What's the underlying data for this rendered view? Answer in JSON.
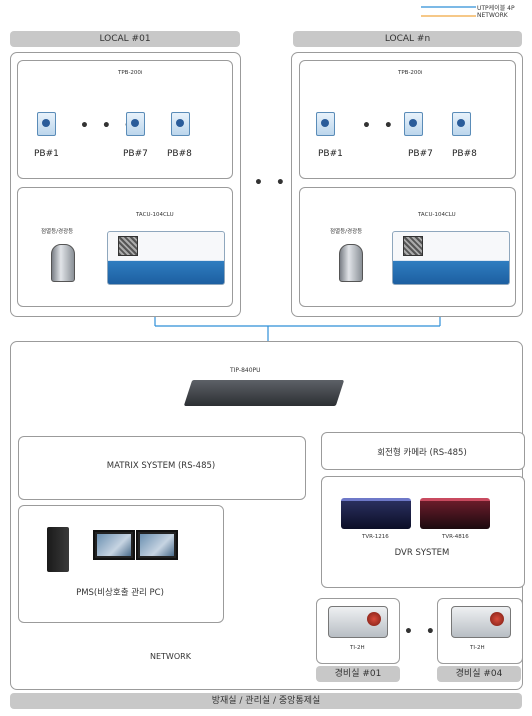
{
  "legend": {
    "utp": "UTP케이블 4P",
    "network": "NETWORK",
    "utp_color": "#2f8fd8",
    "network_color": "#f0a640"
  },
  "local_left": {
    "header": "LOCAL #01",
    "tpb_label": "TPB-200i",
    "pb": [
      "PB#1",
      "PB#7",
      "PB#8"
    ],
    "dots": "• • •",
    "tacu_label": "TACU-104CLU",
    "bell_label": "점멸등/경광등"
  },
  "local_right": {
    "header": "LOCAL #n",
    "tpb_label": "TPB-200i",
    "pb": [
      "PB#1",
      "PB#7",
      "PB#8"
    ],
    "dots": "• • •",
    "tacu_label": "TACU-104CLU",
    "bell_label": "점멸등/경광등"
  },
  "between_dots": "• • •",
  "tip_label": "TIP-840PU",
  "matrix_label": "MATRIX SYSTEM (RS-485)",
  "camera_label": "회전형 카메라 (RS-485)",
  "dvr": {
    "title": "DVR SYSTEM",
    "units": [
      "TVR-1216",
      "TVR-4816"
    ]
  },
  "pms_label": "PMS(비상호출 관리 PC)",
  "network_label": "NETWORK",
  "guard": {
    "units": [
      "TI-2H",
      "TI-2H"
    ],
    "dots": "• • •",
    "rooms": [
      "경비실 #01",
      "경비실 #04"
    ]
  },
  "footer": "방재실 / 관리실 / 중앙통제실"
}
